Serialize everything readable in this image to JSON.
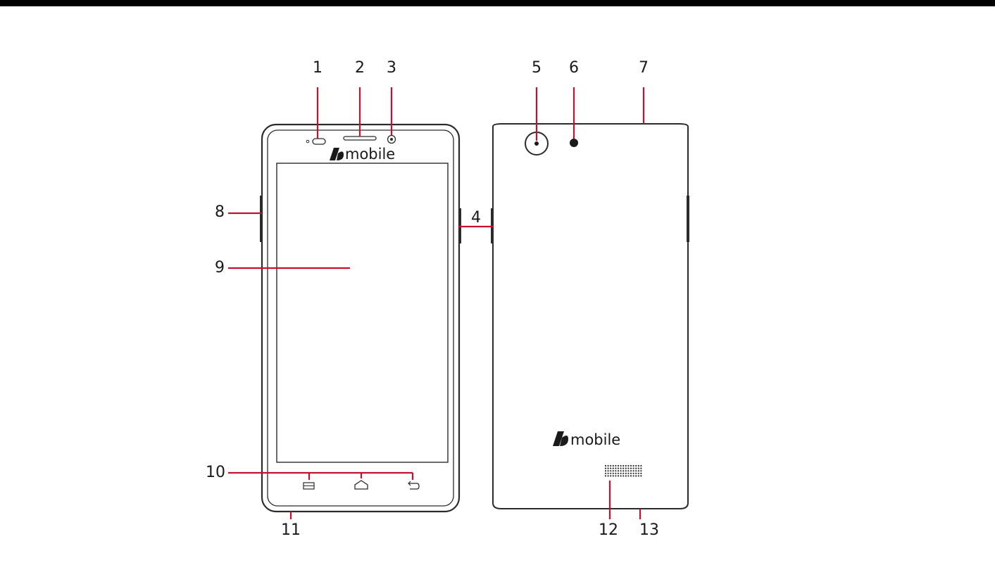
{
  "brand": {
    "name": "mobile"
  },
  "colors": {
    "leader_line": "#c8102e",
    "outline": "#2b2b2b",
    "top_bar": "#000000"
  },
  "callouts": {
    "n1": "1",
    "n2": "2",
    "n3": "3",
    "n4": "4",
    "n5": "5",
    "n6": "6",
    "n7": "7",
    "n8": "8",
    "n9": "9",
    "n10": "10",
    "n11": "11",
    "n12": "12",
    "n13": "13"
  }
}
